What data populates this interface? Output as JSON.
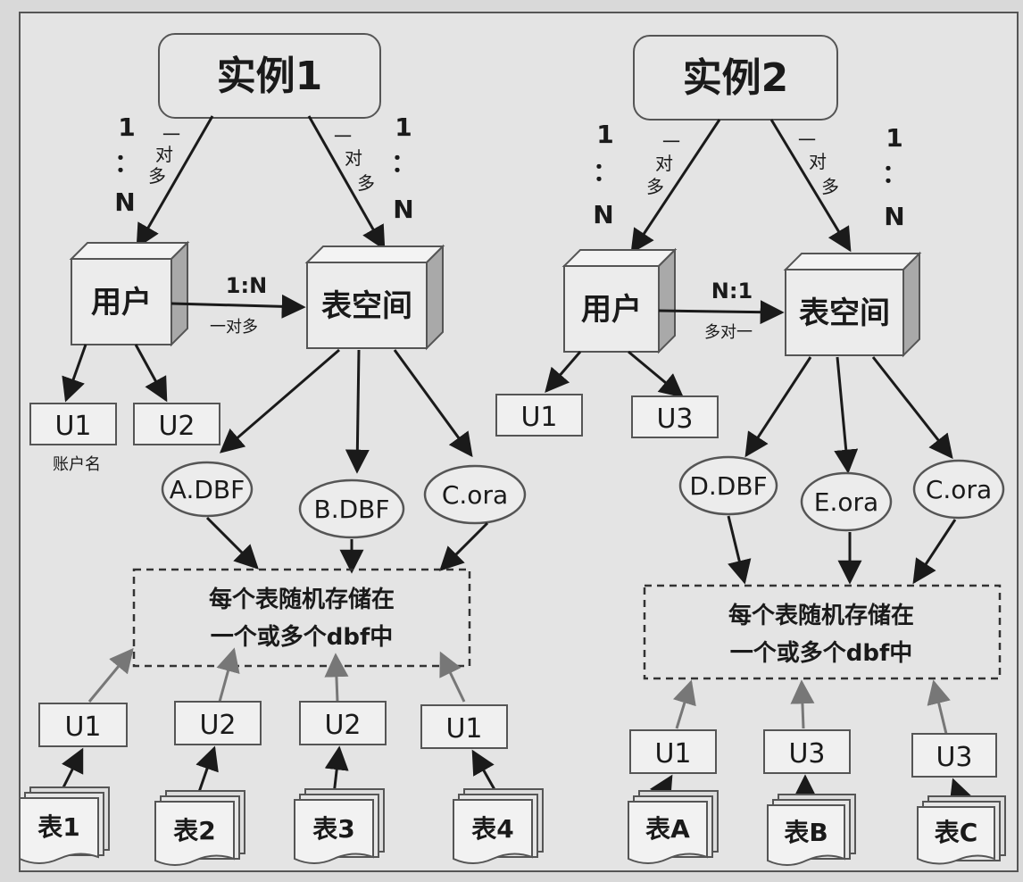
{
  "diagram": {
    "left": {
      "instance_label": "实例1",
      "inst_user_ratio": {
        "top": "1",
        "mid": "：",
        "bottom": "N",
        "annot": [
          "一",
          "对",
          "多"
        ]
      },
      "inst_ts_ratio": {
        "top": "1",
        "mid": "：",
        "bottom": "N",
        "annot": [
          "一",
          "对",
          "多"
        ]
      },
      "user_label": "用户",
      "tablespace_label": "表空间",
      "user_ts_ratio": "1:N",
      "user_ts_annot": "一对多",
      "users": [
        "U1",
        "U2"
      ],
      "user_caption": "账户名",
      "datafiles": [
        "A.DBF",
        "B.DBF",
        "C.ora"
      ],
      "storage_note": [
        "每个表随机存储在",
        "一个或多个dbf中"
      ],
      "owners": [
        "U1",
        "U2",
        "U2",
        "U1"
      ],
      "tables": [
        "表1",
        "表2",
        "表3",
        "表4"
      ]
    },
    "right": {
      "instance_label": "实例2",
      "inst_user_ratio": {
        "top": "1",
        "mid": "：",
        "bottom": "N",
        "annot": [
          "一",
          "对",
          "多"
        ]
      },
      "inst_ts_ratio": {
        "top": "1",
        "mid": "：",
        "bottom": "N",
        "annot": [
          "一",
          "对",
          "多"
        ]
      },
      "user_label": "用户",
      "tablespace_label": "表空间",
      "user_ts_ratio": "N:1",
      "user_ts_annot": "多对一",
      "users": [
        "U1",
        "U3"
      ],
      "datafiles": [
        "D.DBF",
        "E.ora",
        "C.ora"
      ],
      "storage_note": [
        "每个表随机存储在",
        "一个或多个dbf中"
      ],
      "owners": [
        "U1",
        "U3",
        "U3"
      ],
      "tables": [
        "表A",
        "表B",
        "表C"
      ]
    }
  }
}
